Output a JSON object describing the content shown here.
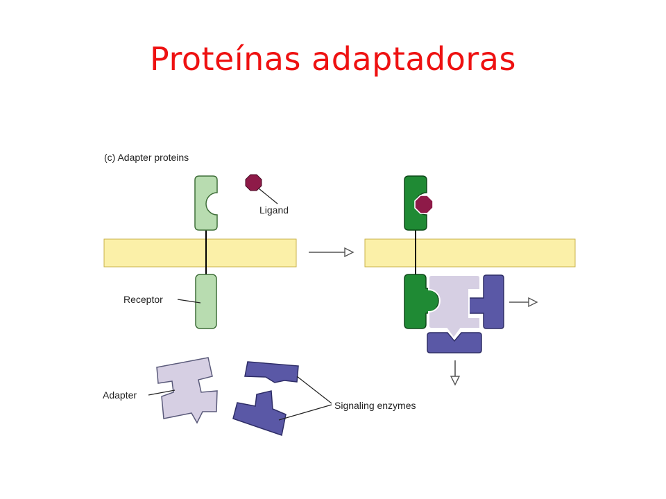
{
  "title": "Proteínas adaptadoras",
  "figure": {
    "panel_label": "(c) Adapter proteins",
    "labels": {
      "ligand": "Ligand",
      "receptor": "Receptor",
      "adapter": "Adapter",
      "signaling_enzymes": "Signaling enzymes"
    }
  },
  "colors": {
    "title": "#ee1111",
    "membrane": "#fbf0a8",
    "membrane_edge": "#c9b24a",
    "receptor_inactive": "#b8dcb0",
    "receptor_active": "#1f8a34",
    "ligand": "#8e1a48",
    "adapter": "#d6cfe3",
    "enzyme": "#5a58a6"
  }
}
